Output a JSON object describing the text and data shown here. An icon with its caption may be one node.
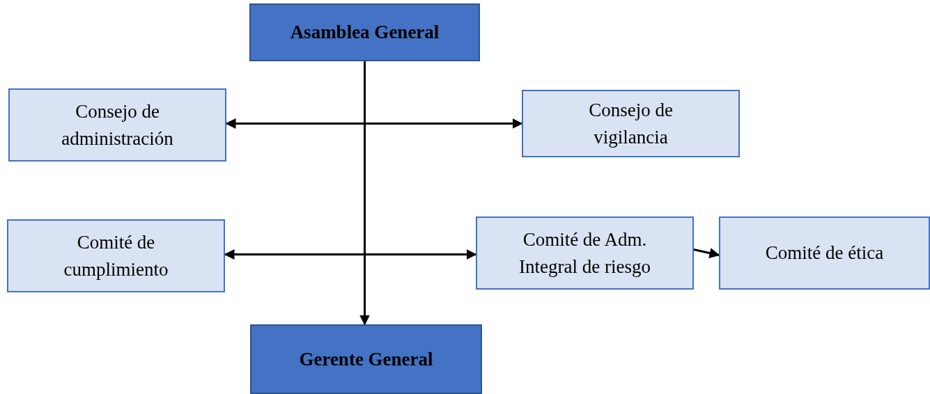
{
  "diagram": {
    "nodes": [
      {
        "text": [
          "Asamblea General"
        ]
      },
      {
        "text": [
          "Consejo de administración"
        ]
      },
      {
        "text": [
          "Consejo de vigilancia"
        ]
      },
      {
        "text": [
          "Comité de cumplimiento"
        ]
      },
      {
        "text": [
          "Comité de Adm. Integral de riesgo"
        ]
      },
      {
        "text": [
          "Comité de ética"
        ]
      },
      {
        "text": [
          "Gerente General"
        ]
      }
    ],
    "edges": [
      {
        "from": 0,
        "to": 6,
        "arrow": "to"
      },
      {
        "from": 1,
        "to": 2,
        "arrow": "both"
      },
      {
        "from": 3,
        "to": 4,
        "arrow": "both"
      },
      {
        "from": 4,
        "to": 5,
        "arrow": "to"
      }
    ]
  }
}
